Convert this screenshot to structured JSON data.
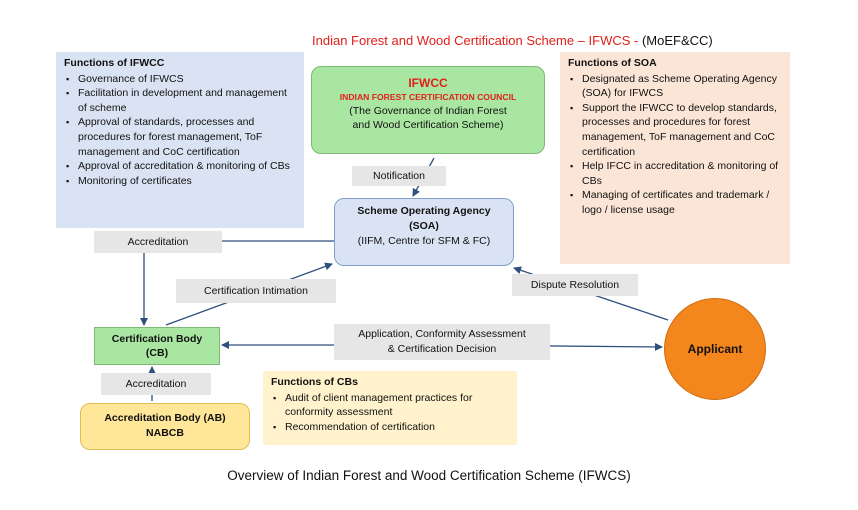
{
  "title": {
    "main": "Indian Forest and Wood Certification Scheme – IFWCS -",
    "sub": "(MoEF&CC)"
  },
  "ifwcc_functions": {
    "heading": "Functions of IFWCC",
    "items": [
      "Governance of IFWCS",
      "Facilitation in development and management of scheme",
      "Approval of  standards, processes and procedures for forest management, ToF management and CoC certification",
      "Approval of accreditation & monitoring of CBs",
      "Monitoring of certificates"
    ]
  },
  "ifwcc_box": {
    "title": "IFWCC",
    "subtitle": "INDIAN FOREST CERTIFICATION COUNCIL",
    "desc_line1": "(The Governance of Indian Forest",
    "desc_line2": "and Wood Certification Scheme)"
  },
  "soa_functions": {
    "heading": "Functions of SOA",
    "items": [
      "Designated as Scheme Operating Agency (SOA) for IFWCS",
      "Support the IFWCC to develop standards, processes and procedures for forest management, ToF management and CoC certification",
      "Help IFCC in accreditation & monitoring of CBs",
      "Managing of certificates and trademark / logo / license usage"
    ]
  },
  "soa_box": {
    "line1": "Scheme Operating Agency",
    "line2": "(SOA)",
    "line3": "(IIFM, Centre for SFM & FC)"
  },
  "cb_box": {
    "line1": "Certification Body",
    "line2": "(CB)"
  },
  "ab_box": {
    "line1": "Accreditation Body (AB)",
    "line2": "NABCB"
  },
  "applicant": {
    "label": "Applicant"
  },
  "cb_functions": {
    "heading": "Functions of CBs",
    "items": [
      "Audit of client management practices for conformity assessment",
      "Recommendation of certification"
    ]
  },
  "labels": {
    "notification": "Notification",
    "accreditation_top": "Accreditation",
    "certification_intimation": "Certification Intimation",
    "dispute_resolution": "Dispute Resolution",
    "application_line1": "Application, Conformity Assessment",
    "application_line2": "& Certification Decision",
    "accreditation_bottom": "Accreditation"
  },
  "caption": "Overview of Indian Forest and Wood Certification Scheme (IFWCS)",
  "colors": {
    "arrow": "#2f4f7f",
    "title_red": "#e0201b",
    "applicant_orange": "#f4861e"
  }
}
